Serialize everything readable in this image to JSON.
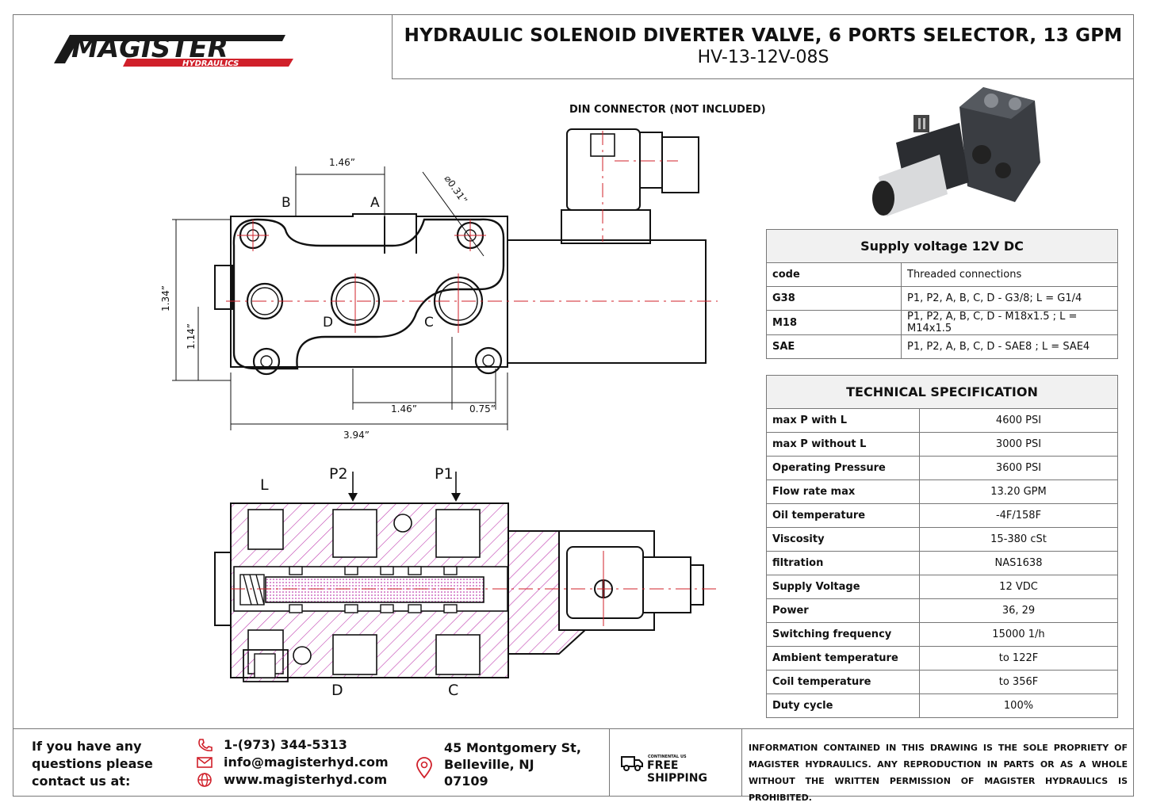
{
  "title": {
    "main": "HYDRAULIC SOLENOID DIVERTER VALVE, 6 PORTS SELECTOR, 13 GPM",
    "model": "HV-13-12V-08S"
  },
  "brand": {
    "name": "MAGISTER",
    "tagline": "HYDRAULICS",
    "accent_color": "#d0202a"
  },
  "drawing": {
    "din_label": "DIN CONNECTOR (NOT INCLUDED)",
    "dims": {
      "top_width": "1.46”",
      "bore": "⌀0.31”",
      "height_total": "1.34”",
      "height_inner": "1.14”",
      "bottom_a": "1.46”",
      "bottom_b": "0.75”",
      "overall": "3.94”"
    },
    "ports_top": {
      "b": "B",
      "a": "A",
      "d": "D",
      "c": "C"
    },
    "ports_section": {
      "l": "L",
      "p2": "P2",
      "p1": "P1",
      "d": "D",
      "c": "C"
    }
  },
  "supply_table": {
    "header": "Supply voltage 12V DC",
    "rows": [
      {
        "k": "code",
        "v": "Threaded connections"
      },
      {
        "k": "G38",
        "v": "P1, P2, A, B, C, D - G3/8; L = G1/4"
      },
      {
        "k": "M18",
        "v": "P1, P2, A, B, C, D - M18x1.5 ; L = M14x1.5"
      },
      {
        "k": "SAE",
        "v": "P1, P2, A, B, C, D - SAE8 ; L = SAE4"
      }
    ]
  },
  "spec_table": {
    "header": "TECHNICAL SPECIFICATION",
    "rows": [
      {
        "k": "max P with L",
        "v": "4600 PSI"
      },
      {
        "k": "max P without L",
        "v": "3000 PSI"
      },
      {
        "k": "Operating Pressure",
        "v": "3600 PSI"
      },
      {
        "k": "Flow rate max",
        "v": "13.20 GPM"
      },
      {
        "k": "Oil temperature",
        "v": "-4F/158F"
      },
      {
        "k": "Viscosity",
        "v": "15-380 cSt"
      },
      {
        "k": "filtration",
        "v": "NAS1638"
      },
      {
        "k": "Supply Voltage",
        "v": "12 VDC"
      },
      {
        "k": "Power",
        "v": "36, 29"
      },
      {
        "k": "Switching frequency",
        "v": "15000 1/h"
      },
      {
        "k": "Ambient temperature",
        "v": "to 122F"
      },
      {
        "k": "Coil temperature",
        "v": "to 356F"
      },
      {
        "k": "Duty cycle",
        "v": "100%"
      }
    ]
  },
  "footer": {
    "contact_heading": "If you have any questions please contact us at:",
    "phone": "1-(973) 344-5313",
    "email": "info@magisterhyd.com",
    "web": "www.magisterhyd.com",
    "address_line1": "45 Montgomery St,",
    "address_line2": "Belleville, NJ",
    "address_line3": "07109",
    "shipping_small": "CONTINENTAL US",
    "shipping_big": "FREE SHIPPING",
    "legal": "INFORMATION CONTAINED IN THIS DRAWING IS THE SOLE PROPRIETY OF MAGISTER HYDRAULICS. ANY REPRODUCTION IN PARTS OR AS A WHOLE WITHOUT THE WRITTEN PERMISSION OF MAGISTER HYDRAULICS IS PROHIBITED."
  }
}
